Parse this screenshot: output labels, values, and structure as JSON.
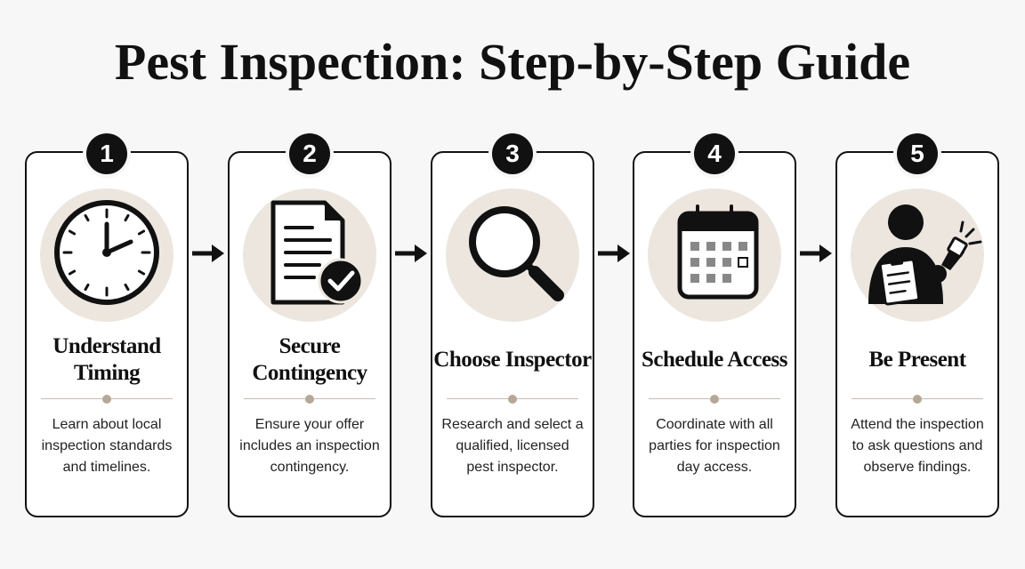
{
  "title": "Pest Inspection: Step-by-Step Guide",
  "colors": {
    "ink": "#111111",
    "icon_bg": "#ece6df",
    "divider": "#c9bcae",
    "page_bg": "#f7f7f7"
  },
  "steps": [
    {
      "number": "1",
      "title": "Understand Timing",
      "description": "Learn about local inspection standards and timelines.",
      "icon": "clock-icon"
    },
    {
      "number": "2",
      "title": "Secure Contingency",
      "description": "Ensure your offer includes an inspection contingency.",
      "icon": "document-check-icon"
    },
    {
      "number": "3",
      "title": "Choose Inspector",
      "description": "Research and select a qualified, licensed pest inspector.",
      "icon": "magnifier-icon"
    },
    {
      "number": "4",
      "title": "Schedule Access",
      "description": "Coordinate with all parties for inspection day access.",
      "icon": "calendar-icon"
    },
    {
      "number": "5",
      "title": "Be Present",
      "description": "Attend the inspection to ask questions and observe findings.",
      "icon": "inspector-flashlight-icon"
    }
  ]
}
